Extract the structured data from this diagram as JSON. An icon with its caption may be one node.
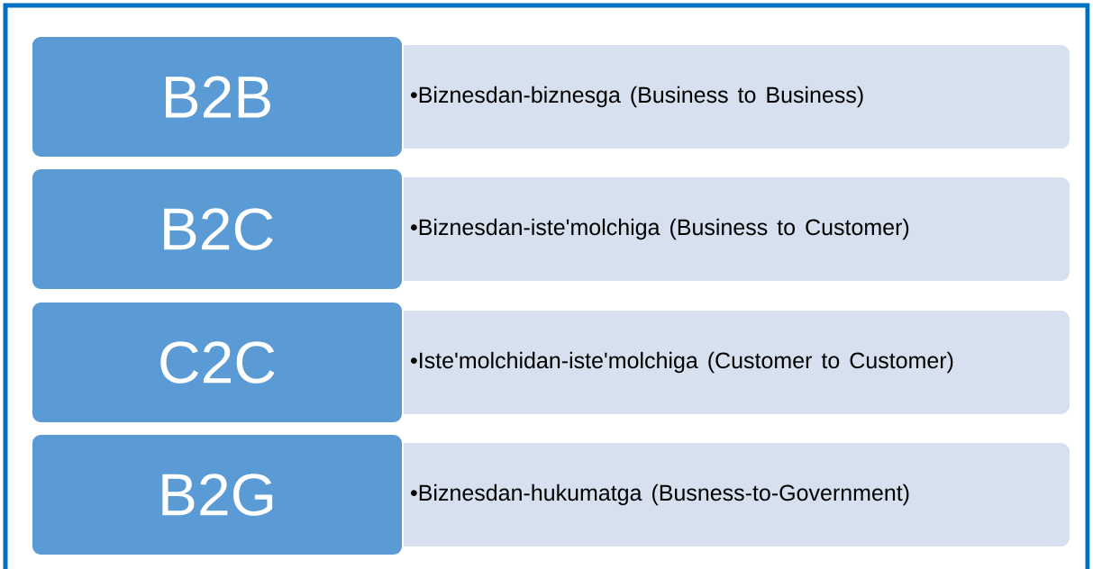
{
  "diagram": {
    "nodes": [
      {
        "text": [
          "B2B"
        ]
      },
      {
        "text": [
          "•Biznesdan-biznesga (Business to Business)"
        ]
      },
      {
        "text": [
          "B2C"
        ]
      },
      {
        "text": [
          "•Biznesdan-iste'molchiga (Business to Customer)"
        ]
      },
      {
        "text": [
          "C2C"
        ]
      },
      {
        "text": [
          "•Iste'molchidan-iste'molchiga (Customer to Customer)"
        ]
      },
      {
        "text": [
          "B2G"
        ]
      },
      {
        "text": [
          "•Biznesdan-hukumatga (Busness-to-Government)"
        ]
      }
    ]
  }
}
